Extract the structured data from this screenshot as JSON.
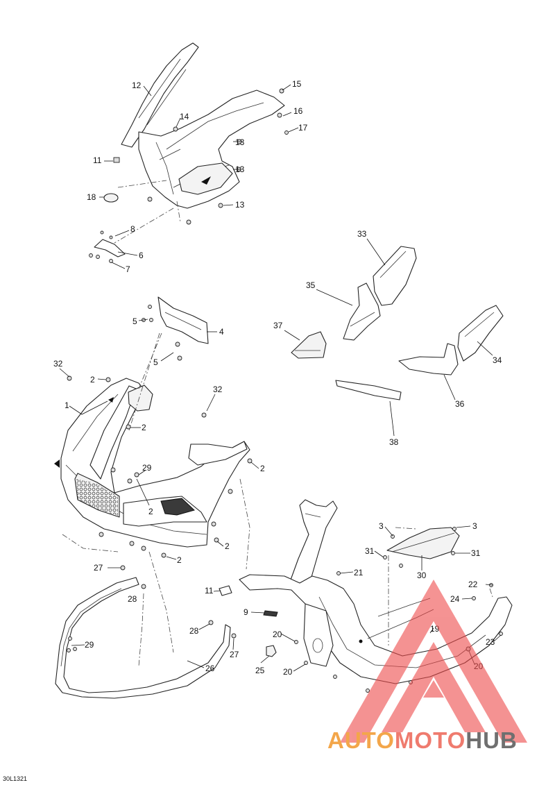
{
  "diagram": {
    "reference_code": "30L1321",
    "callouts": [
      {
        "id": "12",
        "text": "12"
      },
      {
        "id": "15",
        "text": "15"
      },
      {
        "id": "14",
        "text": "14"
      },
      {
        "id": "16",
        "text": "16"
      },
      {
        "id": "17",
        "text": "17"
      },
      {
        "id": "13a",
        "text": "13"
      },
      {
        "id": "11a",
        "text": "11"
      },
      {
        "id": "13b",
        "text": "13"
      },
      {
        "id": "18",
        "text": "18"
      },
      {
        "id": "13c",
        "text": "13"
      },
      {
        "id": "8",
        "text": "8"
      },
      {
        "id": "6",
        "text": "6"
      },
      {
        "id": "7",
        "text": "7"
      },
      {
        "id": "33",
        "text": "33"
      },
      {
        "id": "35",
        "text": "35"
      },
      {
        "id": "5a",
        "text": "5"
      },
      {
        "id": "4",
        "text": "4"
      },
      {
        "id": "37",
        "text": "37"
      },
      {
        "id": "34",
        "text": "34"
      },
      {
        "id": "5b",
        "text": "5"
      },
      {
        "id": "36",
        "text": "36"
      },
      {
        "id": "32a",
        "text": "32"
      },
      {
        "id": "2a",
        "text": "2"
      },
      {
        "id": "32b",
        "text": "32"
      },
      {
        "id": "1",
        "text": "1"
      },
      {
        "id": "2b",
        "text": "2"
      },
      {
        "id": "38",
        "text": "38"
      },
      {
        "id": "2c",
        "text": "2"
      },
      {
        "id": "29a",
        "text": "29"
      },
      {
        "id": "2d",
        "text": "2"
      },
      {
        "id": "2e",
        "text": "2"
      },
      {
        "id": "2f",
        "text": "2"
      },
      {
        "id": "3a",
        "text": "3"
      },
      {
        "id": "3b",
        "text": "3"
      },
      {
        "id": "31a",
        "text": "31"
      },
      {
        "id": "31b",
        "text": "31"
      },
      {
        "id": "27a",
        "text": "27"
      },
      {
        "id": "21",
        "text": "21"
      },
      {
        "id": "30",
        "text": "30"
      },
      {
        "id": "11b",
        "text": "11"
      },
      {
        "id": "28a",
        "text": "28"
      },
      {
        "id": "22",
        "text": "22"
      },
      {
        "id": "24",
        "text": "24"
      },
      {
        "id": "9",
        "text": "9"
      },
      {
        "id": "28b",
        "text": "28"
      },
      {
        "id": "20a",
        "text": "20"
      },
      {
        "id": "19",
        "text": "19"
      },
      {
        "id": "23",
        "text": "23"
      },
      {
        "id": "29b",
        "text": "29"
      },
      {
        "id": "27b",
        "text": "27"
      },
      {
        "id": "25",
        "text": "25"
      },
      {
        "id": "20b",
        "text": "20"
      },
      {
        "id": "20c",
        "text": "20"
      },
      {
        "id": "26",
        "text": "26"
      }
    ]
  },
  "watermark": {
    "part1": "AUTO",
    "part2": "MOTO",
    "part3": "HUB",
    "color_auto": "#f3a64a",
    "color_moto": "#ef7b6e",
    "color_hub": "#6f6f6f"
  }
}
